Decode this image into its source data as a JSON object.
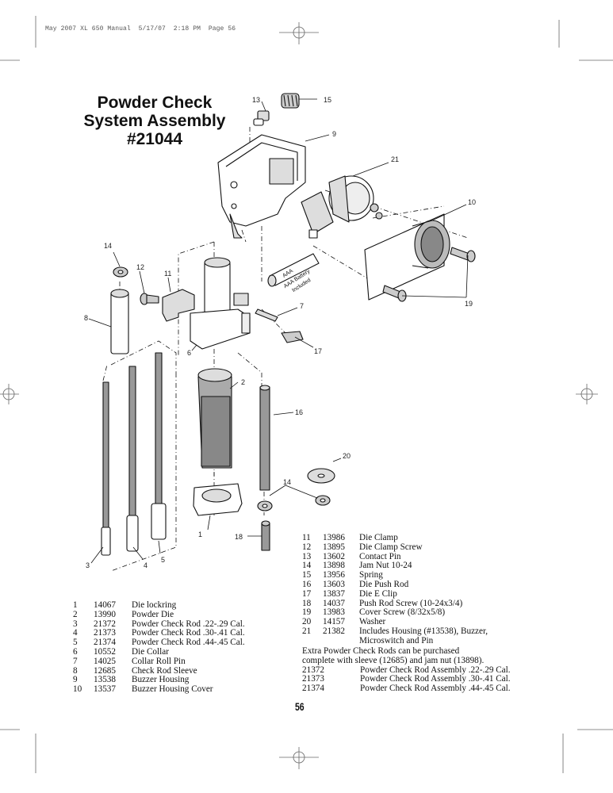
{
  "header_text": "May 2007 XL 650 Manual  5/17/07  2:18 PM  Page 56",
  "title": {
    "line1": "Powder Check",
    "line2": "System Assembly",
    "line3": "#21044"
  },
  "callouts": {
    "c1": "1",
    "c2": "2",
    "c3": "3",
    "c4": "4",
    "c5": "5",
    "c6": "6",
    "c7": "7",
    "c8": "8",
    "c9": "9",
    "c10": "10",
    "c11": "11",
    "c12": "12",
    "c13": "13",
    "c14a": "14",
    "c14b": "14",
    "c15": "15",
    "c16": "16",
    "c17": "17",
    "c18": "18",
    "c19": "19",
    "c20": "20",
    "c21": "21"
  },
  "battery_label": {
    "line1": "AAA",
    "line2": "AAA Battery",
    "line3": "Included"
  },
  "parts_left": [
    {
      "idx": "1",
      "num": "14067",
      "desc": "Die lockring"
    },
    {
      "idx": "2",
      "num": "13990",
      "desc": "Powder Die"
    },
    {
      "idx": "3",
      "num": "21372",
      "desc": "Powder Check Rod  .22-.29 Cal."
    },
    {
      "idx": "4",
      "num": "21373",
      "desc": "Powder Check Rod  .30-.41 Cal."
    },
    {
      "idx": "5",
      "num": "21374",
      "desc": "Powder Check Rod  .44-.45 Cal."
    },
    {
      "idx": "6",
      "num": "10552",
      "desc": "Die Collar"
    },
    {
      "idx": "7",
      "num": "14025",
      "desc": "Collar Roll Pin"
    },
    {
      "idx": "8",
      "num": "12685",
      "desc": "Check Rod Sleeve"
    },
    {
      "idx": "9",
      "num": "13538",
      "desc": "Buzzer Housing"
    },
    {
      "idx": "10",
      "num": "13537",
      "desc": "Buzzer Housing Cover"
    }
  ],
  "parts_right": [
    {
      "idx": "11",
      "num": "13986",
      "desc": "Die Clamp"
    },
    {
      "idx": "12",
      "num": "13895",
      "desc": "Die Clamp Screw"
    },
    {
      "idx": "13",
      "num": "13602",
      "desc": "Contact Pin"
    },
    {
      "idx": "14",
      "num": "13898",
      "desc": "Jam Nut 10-24"
    },
    {
      "idx": "15",
      "num": "13956",
      "desc": "Spring"
    },
    {
      "idx": "16",
      "num": "13603",
      "desc": "Die Push Rod"
    },
    {
      "idx": "17",
      "num": "13837",
      "desc": "Die E Clip"
    },
    {
      "idx": "18",
      "num": "14037",
      "desc": "Push Rod Screw (10-24x3/4)"
    },
    {
      "idx": "19",
      "num": "13983",
      "desc": "Cover Screw (8/32x5/8)"
    },
    {
      "idx": "20",
      "num": "14157",
      "desc": "Washer"
    },
    {
      "idx": "21",
      "num": "21382",
      "desc": "Includes Housing (#13538), Buzzer,"
    },
    {
      "idx": "",
      "num": "",
      "desc": "Microswitch and Pin"
    }
  ],
  "extra": {
    "line1": "Extra Powder Check Rods can be purchased",
    "line2": "complete with sleeve (12685) and jam nut (13898).",
    "rows": [
      {
        "num": "21372",
        "desc": "Powder Check Rod Assembly  .22-.29 Cal."
      },
      {
        "num": "21373",
        "desc": "Powder Check Rod Assembly  .30-.41 Cal."
      },
      {
        "num": "21374",
        "desc": "Powder Check Rod Assembly  .44-.45 Cal."
      }
    ]
  },
  "page_number": "56"
}
